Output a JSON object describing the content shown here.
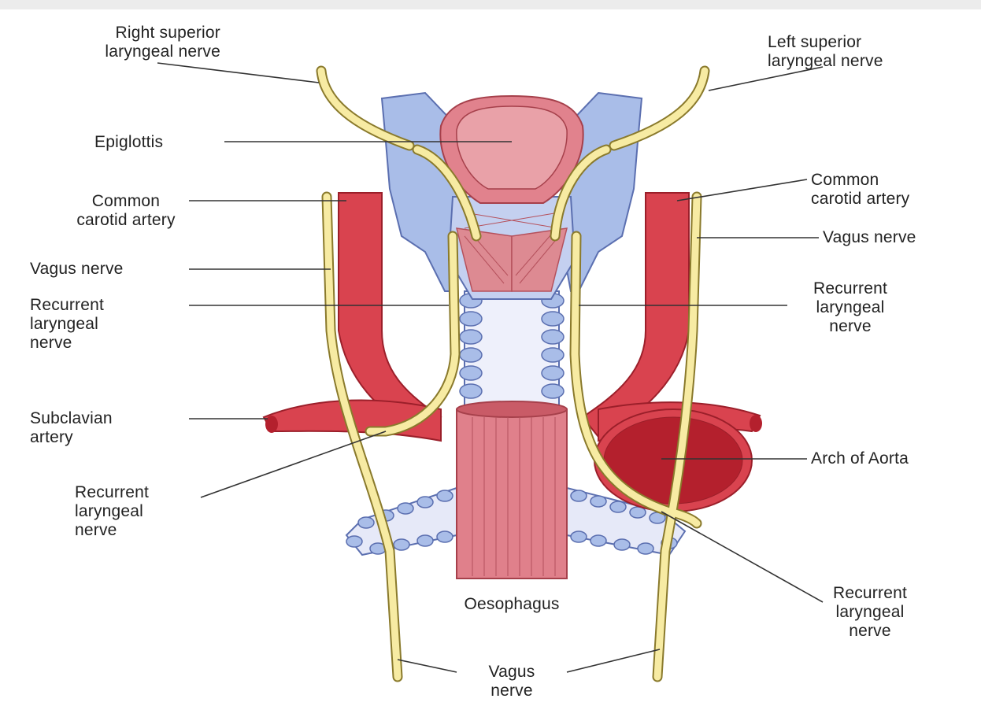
{
  "labels": {
    "right_superior_laryngeal_nerve": "Right superior\nlaryngeal nerve",
    "left_superior_laryngeal_nerve": "Left superior\nlaryngeal nerve",
    "epiglottis": "Epiglottis",
    "left_common_carotid": "Common\ncarotid artery",
    "right_common_carotid": "Common\ncarotid artery",
    "vagus_left_side": "Vagus nerve",
    "vagus_right_side": "Vagus nerve",
    "recurrent_left_upper": "Recurrent\nlaryngeal\nnerve",
    "recurrent_right_upper": "Recurrent\nlaryngeal\nnerve",
    "subclavian_artery": "Subclavian\nartery",
    "arch_of_aorta": "Arch of Aorta",
    "recurrent_left_lower": "Recurrent\nlaryngeal\nnerve",
    "recurrent_right_lower": "Recurrent\nlaryngeal\nnerve",
    "oesophagus": "Oesophagus",
    "vagus_bottom": "Vagus\nnerve"
  },
  "colors": {
    "artery": "#d9434f",
    "artery_dark": "#b4202d",
    "nerve_fill": "#f7eba3",
    "nerve_outline": "#8a7a2c",
    "cartilage_blue": "#a9bde8",
    "cartilage_outline": "#5b6fb0",
    "muscle_pink": "#dd8a92",
    "oesophagus_pink": "#e0808b",
    "leader_line": "#333333"
  }
}
